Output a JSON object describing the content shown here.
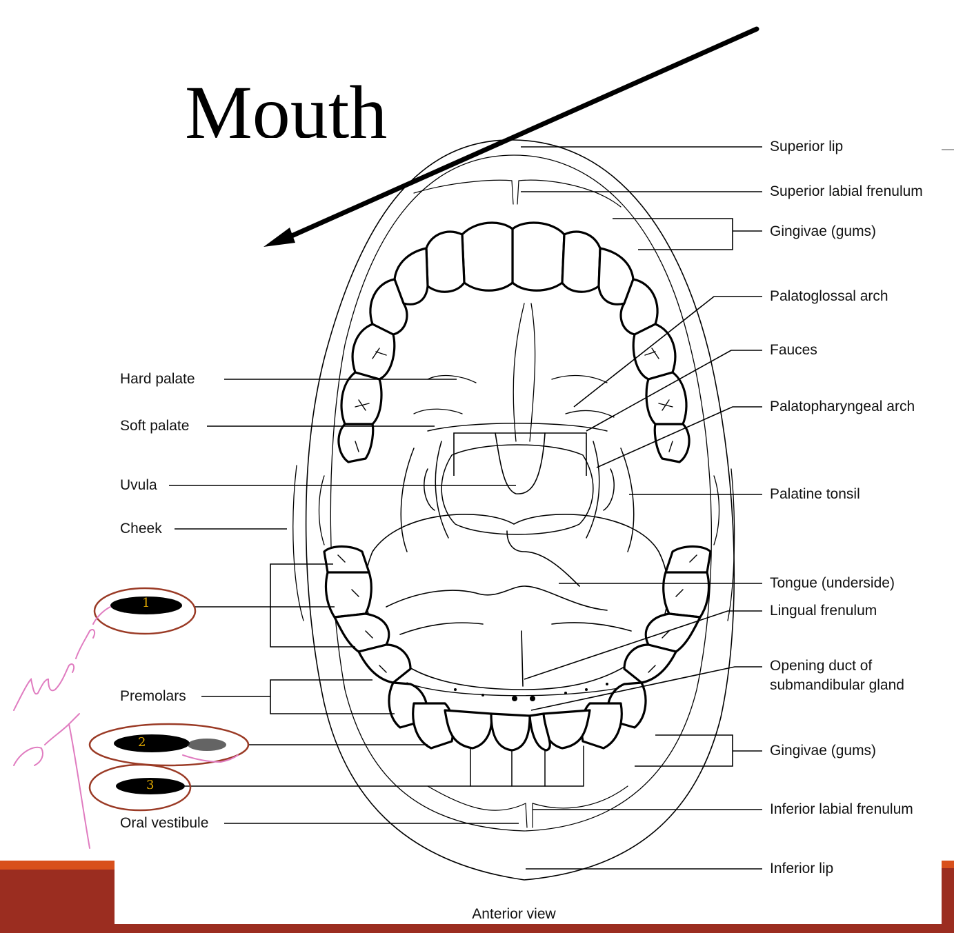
{
  "slide": {
    "title": "Mouth",
    "caption": "Anterior view",
    "accent_color": "#9b2d20",
    "accent_orange": "#d8501c"
  },
  "labels_right": [
    {
      "id": "superior-lip",
      "text": "Superior lip"
    },
    {
      "id": "superior-labial-frenulum",
      "text": "Superior labial frenulum"
    },
    {
      "id": "gingivae-upper",
      "text": "Gingivae (gums)"
    },
    {
      "id": "palatoglossal-arch",
      "text": "Palatoglossal arch"
    },
    {
      "id": "fauces",
      "text": "Fauces"
    },
    {
      "id": "palatopharyngeal-arch",
      "text": "Palatopharyngeal arch"
    },
    {
      "id": "palatine-tonsil",
      "text": "Palatine tonsil"
    },
    {
      "id": "tongue-underside",
      "text": "Tongue (underside)"
    },
    {
      "id": "lingual-frenulum",
      "text": "Lingual frenulum"
    },
    {
      "id": "opening-duct",
      "text": "Opening duct of\nsubmandibular gland"
    },
    {
      "id": "gingivae-lower",
      "text": "Gingivae (gums)"
    },
    {
      "id": "inferior-labial-frenulum",
      "text": "Inferior labial frenulum"
    },
    {
      "id": "inferior-lip",
      "text": "Inferior lip"
    }
  ],
  "labels_left": [
    {
      "id": "hard-palate",
      "text": "Hard palate"
    },
    {
      "id": "soft-palate",
      "text": "Soft palate"
    },
    {
      "id": "uvula",
      "text": "Uvula"
    },
    {
      "id": "cheek",
      "text": "Cheek"
    },
    {
      "id": "premolars",
      "text": "Premolars"
    },
    {
      "id": "oral-vestibule",
      "text": "Oral vestibule"
    }
  ],
  "annotations": {
    "redacted_numbers": [
      "1",
      "2",
      "3"
    ],
    "handwriting": "incisors",
    "handwriting_color": "#e07cc0",
    "circle_color": "#9a3a25"
  }
}
